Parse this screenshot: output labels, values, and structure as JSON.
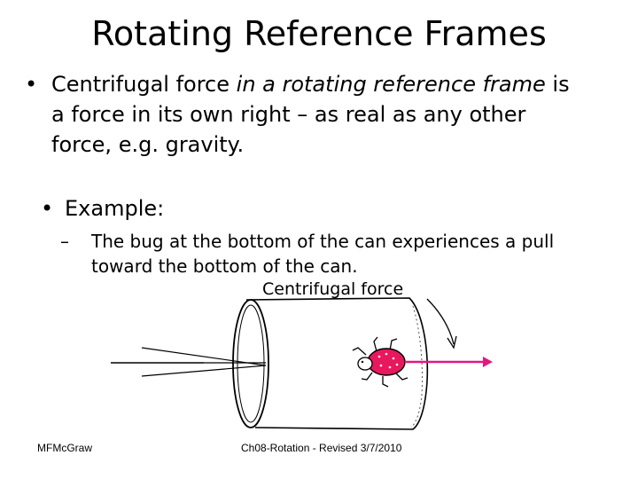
{
  "slide": {
    "title": "Rotating Reference Frames",
    "bullets": [
      {
        "marker": "•",
        "text_parts": [
          "Centrifugal force",
          " in a rotating reference frame",
          " is a force in its own right – as real as any other force, e.g. gravity."
        ]
      },
      {
        "marker": "•",
        "text": "Example:"
      }
    ],
    "sub_bullet": {
      "marker": "–",
      "text": "The bug at the bottom of the can experiences a pull toward the bottom of the can."
    },
    "figure": {
      "label": "Centrifugal force",
      "arrow_color": "#e0197d",
      "bug_color": "#e8185f"
    },
    "footer": {
      "author": "MFMcGraw",
      "source": "Ch08-Rotation - Revised 3/7/2010"
    }
  }
}
